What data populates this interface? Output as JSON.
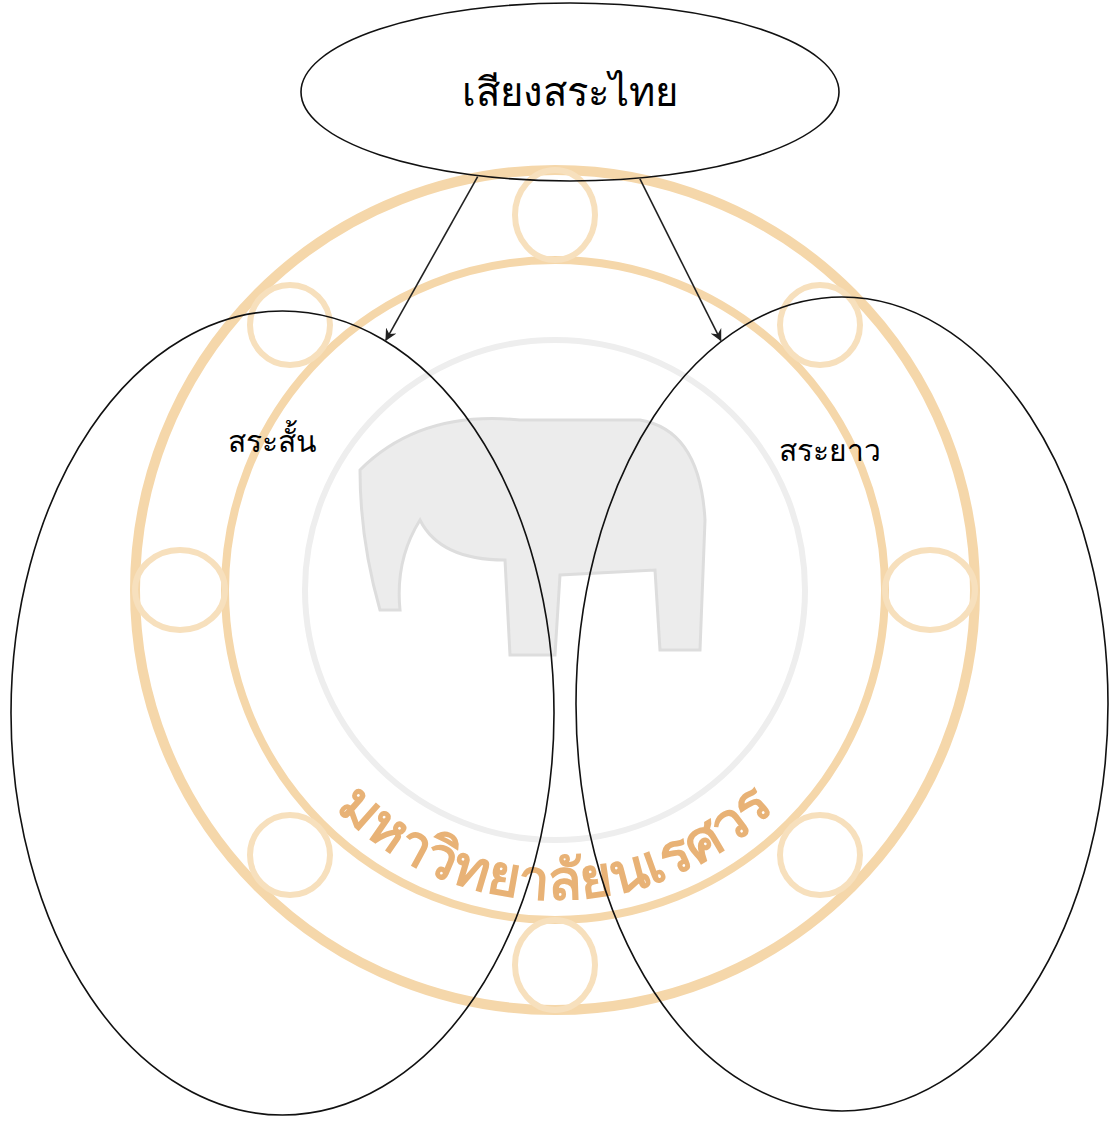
{
  "diagram": {
    "nodes": [
      {
        "text": [
          "เสียงสระไทย"
        ]
      },
      {
        "text": [
          "สระสั้น"
        ]
      },
      {
        "text": [
          "สระยาว"
        ]
      }
    ],
    "edges": [
      {
        "from": 0,
        "to": 1,
        "arrow": "to"
      },
      {
        "from": 0,
        "to": 2,
        "arrow": "to"
      }
    ],
    "labels": [
      "มหาวิทยาลัยนเรศวร"
    ]
  }
}
